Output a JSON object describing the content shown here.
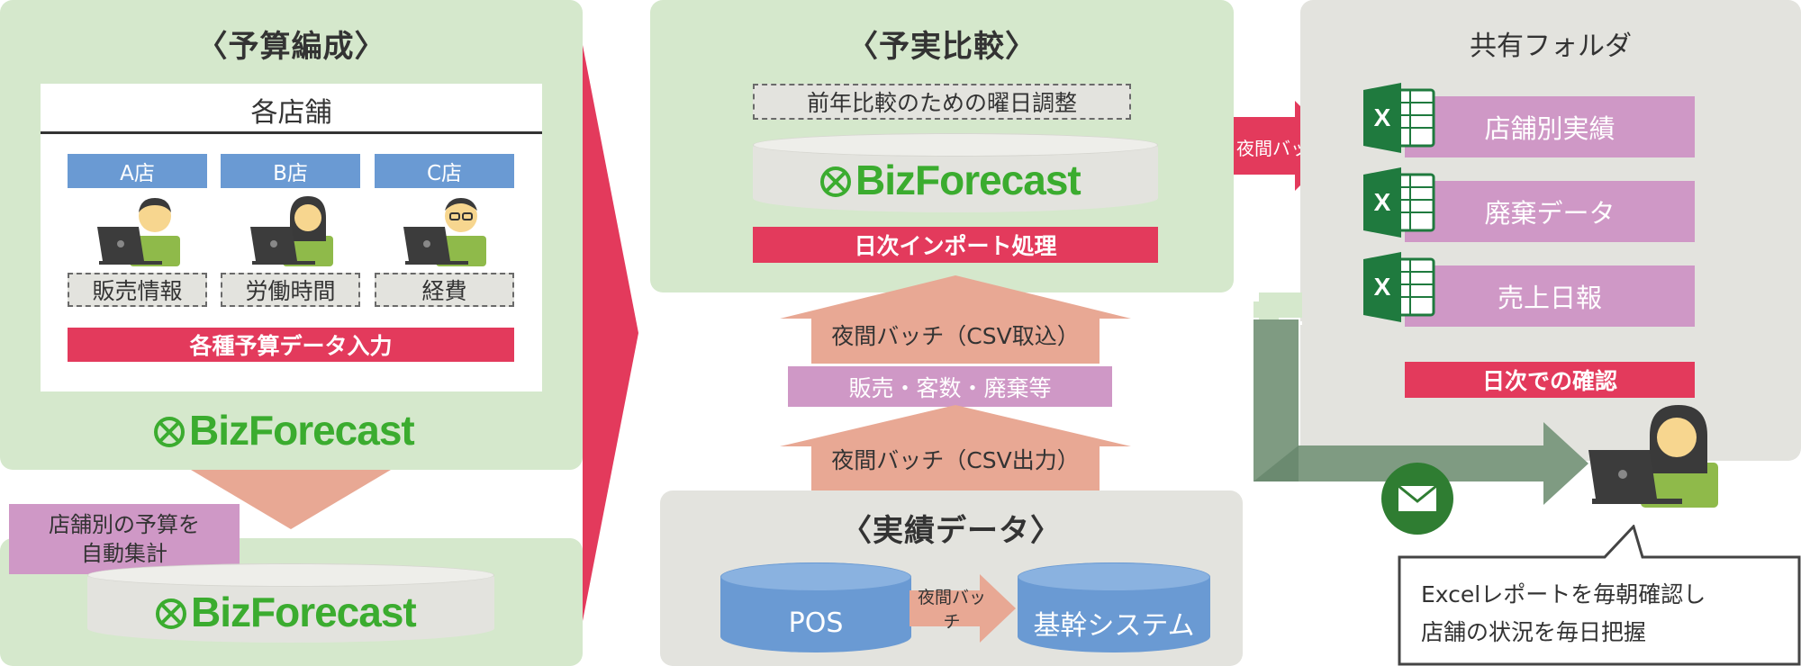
{
  "left": {
    "title": "〈予算編成〉",
    "stores_header": "各店舗",
    "stores": [
      {
        "name": "A店",
        "item": "販売情報"
      },
      {
        "name": "B店",
        "item": "労働時間"
      },
      {
        "name": "C店",
        "item": "経費"
      }
    ],
    "input_bar": "各種予算データ入力",
    "logo": "BizForecast",
    "note": "店舗別の予算を\n自動集計",
    "bottom_logo": "BizForecast"
  },
  "middle": {
    "title": "〈予実比較〉",
    "weekday_adjust": "前年比較のための曜日調整",
    "logo": "BizForecast",
    "import_bar": "日次インポート処理",
    "upper_arrow_label": "夜間バッチ（CSV取込）",
    "data_bar": "販売・客数・廃棄等",
    "lower_arrow_label": "夜間バッチ（CSV出力）",
    "actual_title": "〈実績データ〉",
    "pos_label": "POS",
    "mid_batch": "夜間バッチ",
    "core_label": "基幹システム"
  },
  "right": {
    "batch_label": "夜間バッチ",
    "title": "共有フォルダ",
    "files": [
      "店舗別実績",
      "廃棄データ",
      "売上日報"
    ],
    "confirm_bar": "日次での確認",
    "speech": [
      "Excelレポートを毎朝確認し",
      "店舗の状況を毎日把握"
    ]
  },
  "colors": {
    "panel_green": "#d5e8cc",
    "gray_panel": "#e3e3de",
    "red": "#e33a5c",
    "pink": "#cf98c6",
    "blue": "#6a9ad3",
    "salmon": "#e8a894",
    "dark_green": "#7f9b82",
    "logo_green": "#3bac2f",
    "excel_green": "#1f7a3e"
  },
  "icons": [
    "bizforecast-logo-icon",
    "person-laptop-icon",
    "excel-icon",
    "mail-icon",
    "database-icon"
  ]
}
